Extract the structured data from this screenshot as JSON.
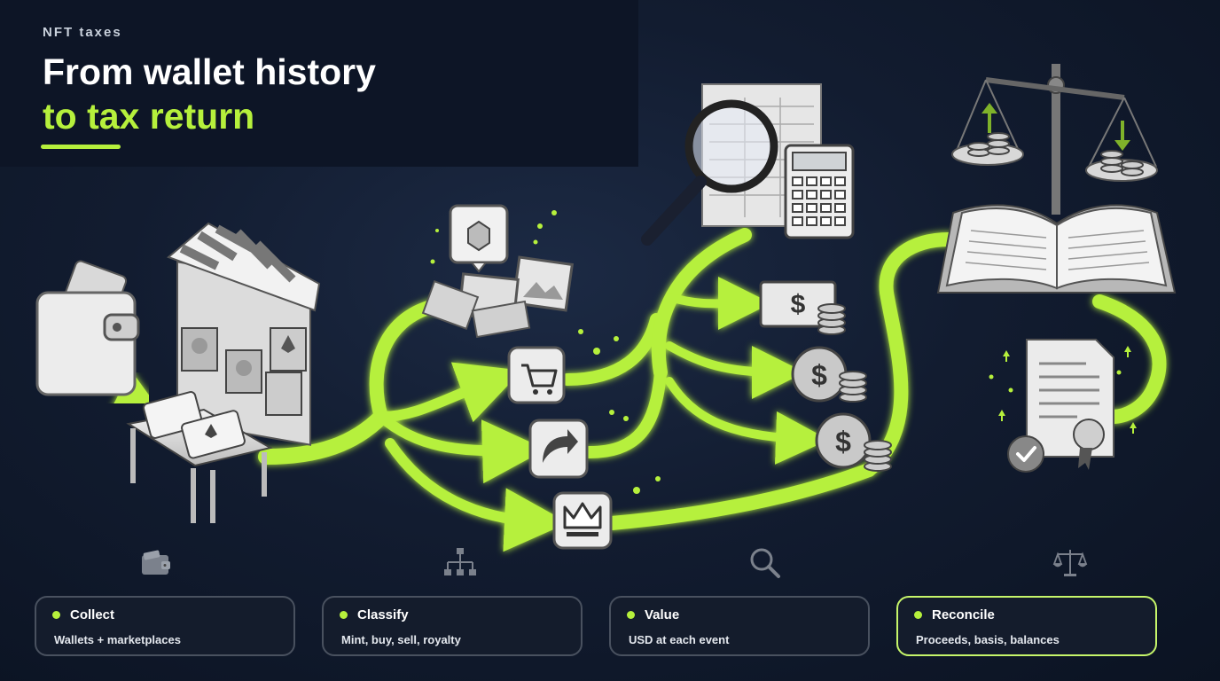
{
  "header": {
    "eyebrow": "NFT taxes",
    "title_line1": "From wallet history",
    "title_line2": "to tax return"
  },
  "colors": {
    "accent": "#b6f03c",
    "card_border": "#49515f",
    "card_active_border": "#c6f56a",
    "background": "#121c30"
  },
  "icons": {
    "stage_1": "wallet-icon",
    "stage_2": "hierarchy-icon",
    "stage_3": "magnifier-icon",
    "stage_4": "scales-icon",
    "event_buy": "cart-icon",
    "event_transfer": "share-arrow-icon",
    "event_royalty": "crown-icon"
  },
  "cards": [
    {
      "title": "Collect",
      "subtitle": "Wallets + marketplaces",
      "active": false
    },
    {
      "title": "Classify",
      "subtitle": "Mint, buy, sell, royalty",
      "active": false
    },
    {
      "title": "Value",
      "subtitle": "USD at each event",
      "active": false
    },
    {
      "title": "Reconcile",
      "subtitle": "Proceeds, basis, balances",
      "active": true
    }
  ]
}
